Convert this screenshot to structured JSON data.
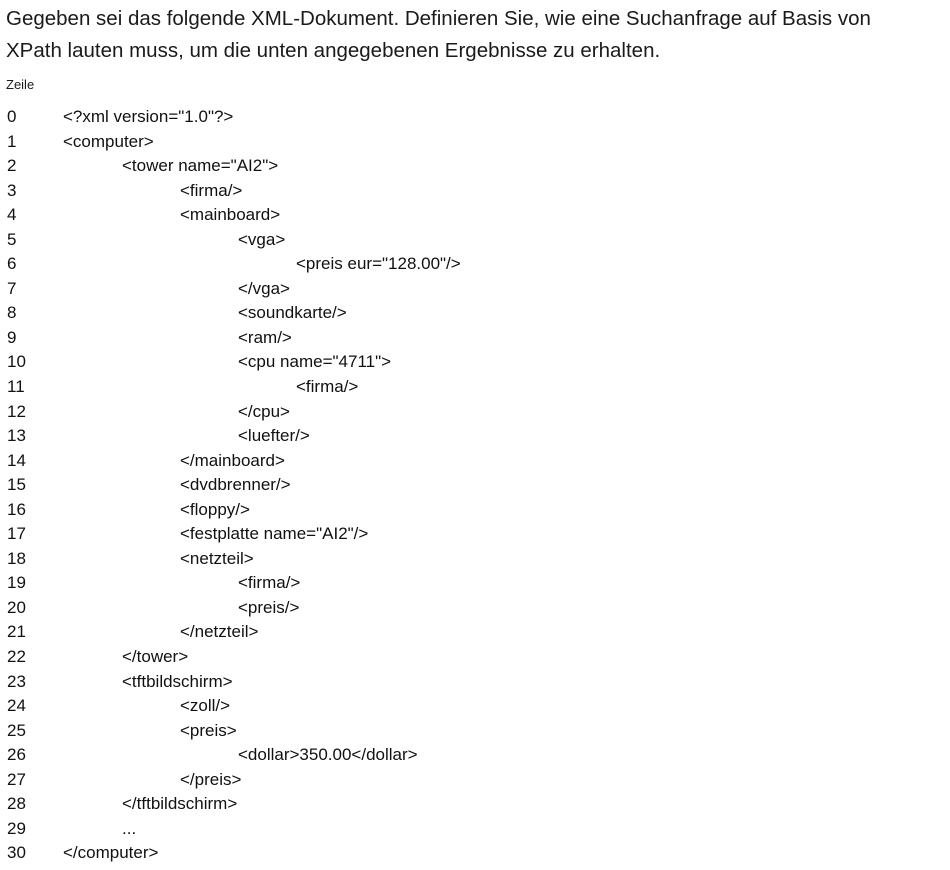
{
  "intro": {
    "line1": "Gegeben sei das folgende XML-Dokument. Definieren Sie, wie eine Suchanfrage auf Basis von",
    "line2": "XPath lauten muss, um die unten angegebenen Ergebnisse zu erhalten."
  },
  "column_label": "Zeile",
  "lines": [
    {
      "no": "0",
      "indent": 0,
      "text": "<?xml version=\"1.0\"?>"
    },
    {
      "no": "1",
      "indent": 0,
      "text": "<computer>"
    },
    {
      "no": "2",
      "indent": 1,
      "text": "<tower name=\"AI2\">"
    },
    {
      "no": "3",
      "indent": 2,
      "text": "<firma/>"
    },
    {
      "no": "4",
      "indent": 2,
      "text": "<mainboard>"
    },
    {
      "no": "5",
      "indent": 3,
      "text": "<vga>"
    },
    {
      "no": "6",
      "indent": 4,
      "text": "<preis eur=\"128.00\"/>"
    },
    {
      "no": "7",
      "indent": 3,
      "text": "</vga>"
    },
    {
      "no": "8",
      "indent": 3,
      "text": "<soundkarte/>"
    },
    {
      "no": "9",
      "indent": 3,
      "text": "<ram/>"
    },
    {
      "no": "10",
      "indent": 3,
      "text": "<cpu name=\"4711\">"
    },
    {
      "no": "11",
      "indent": 4,
      "text": "<firma/>"
    },
    {
      "no": "12",
      "indent": 3,
      "text": "</cpu>"
    },
    {
      "no": "13",
      "indent": 3,
      "text": "<luefter/>"
    },
    {
      "no": "14",
      "indent": 2,
      "text": "</mainboard>"
    },
    {
      "no": "15",
      "indent": 2,
      "text": "<dvdbrenner/>"
    },
    {
      "no": "16",
      "indent": 2,
      "text": "<floppy/>"
    },
    {
      "no": "17",
      "indent": 2,
      "text": "<festplatte name=\"AI2\"/>"
    },
    {
      "no": "18",
      "indent": 2,
      "text": "<netzteil>"
    },
    {
      "no": "19",
      "indent": 3,
      "text": "<firma/>"
    },
    {
      "no": "20",
      "indent": 3,
      "text": "<preis/>"
    },
    {
      "no": "21",
      "indent": 2,
      "text": "</netzteil>"
    },
    {
      "no": "22",
      "indent": 1,
      "text": "</tower>"
    },
    {
      "no": "23",
      "indent": 1,
      "text": "<tftbildschirm>"
    },
    {
      "no": "24",
      "indent": 2,
      "text": "<zoll/>"
    },
    {
      "no": "25",
      "indent": 2,
      "text": "<preis>"
    },
    {
      "no": "26",
      "indent": 3,
      "text": "<dollar>350.00</dollar>"
    },
    {
      "no": "27",
      "indent": 2,
      "text": "</preis>"
    },
    {
      "no": "28",
      "indent": 1,
      "text": "</tftbildschirm>"
    },
    {
      "no": "29",
      "indent": 1,
      "text": "..."
    },
    {
      "no": "30",
      "indent": 0,
      "text": "</computer>"
    }
  ]
}
